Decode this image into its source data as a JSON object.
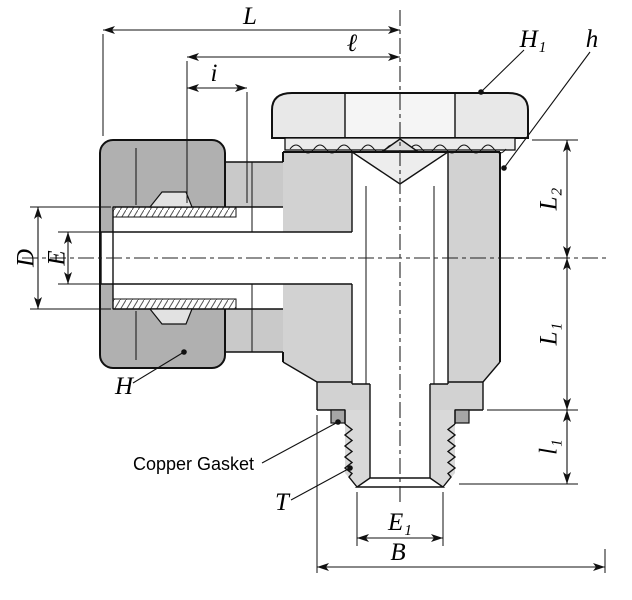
{
  "drawing": {
    "labels": {
      "L": "L",
      "ell": "ℓ",
      "i": "i",
      "H1": "H₁",
      "h": "h",
      "L2": "L₂",
      "L1": "L₁",
      "l1": "l₁",
      "D": "D",
      "E": "E",
      "H": "H",
      "T": "T",
      "E1": "E₁",
      "B": "B",
      "copper_gasket": "Copper Gasket"
    },
    "colors": {
      "line": "#111111",
      "section_light": "#d2d2d2",
      "section_dark": "#b0b0b0",
      "background": "#ffffff"
    }
  }
}
